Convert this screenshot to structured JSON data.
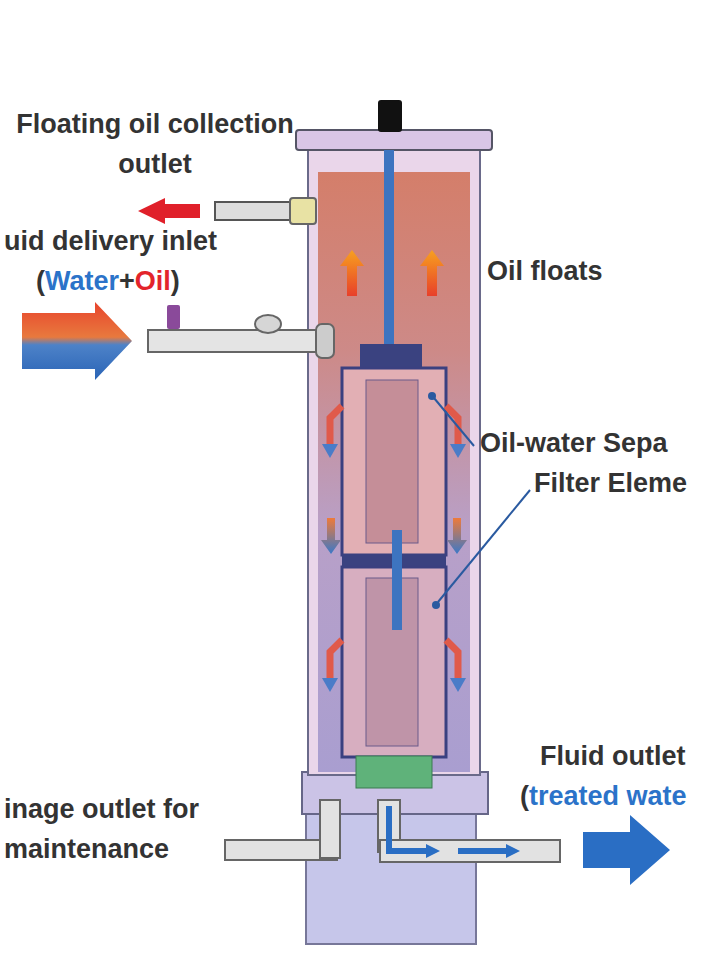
{
  "diagram": {
    "labels": [
      "Floating oil collection outlet",
      "Oil floats",
      "uid delivery inlet",
      "(",
      "Water",
      "+",
      "Oil",
      ")",
      "Oil-water Sepa",
      "Filter Eleme",
      "Fluid outlet",
      "(",
      "treated wate",
      "inage outlet for maintenance"
    ]
  }
}
